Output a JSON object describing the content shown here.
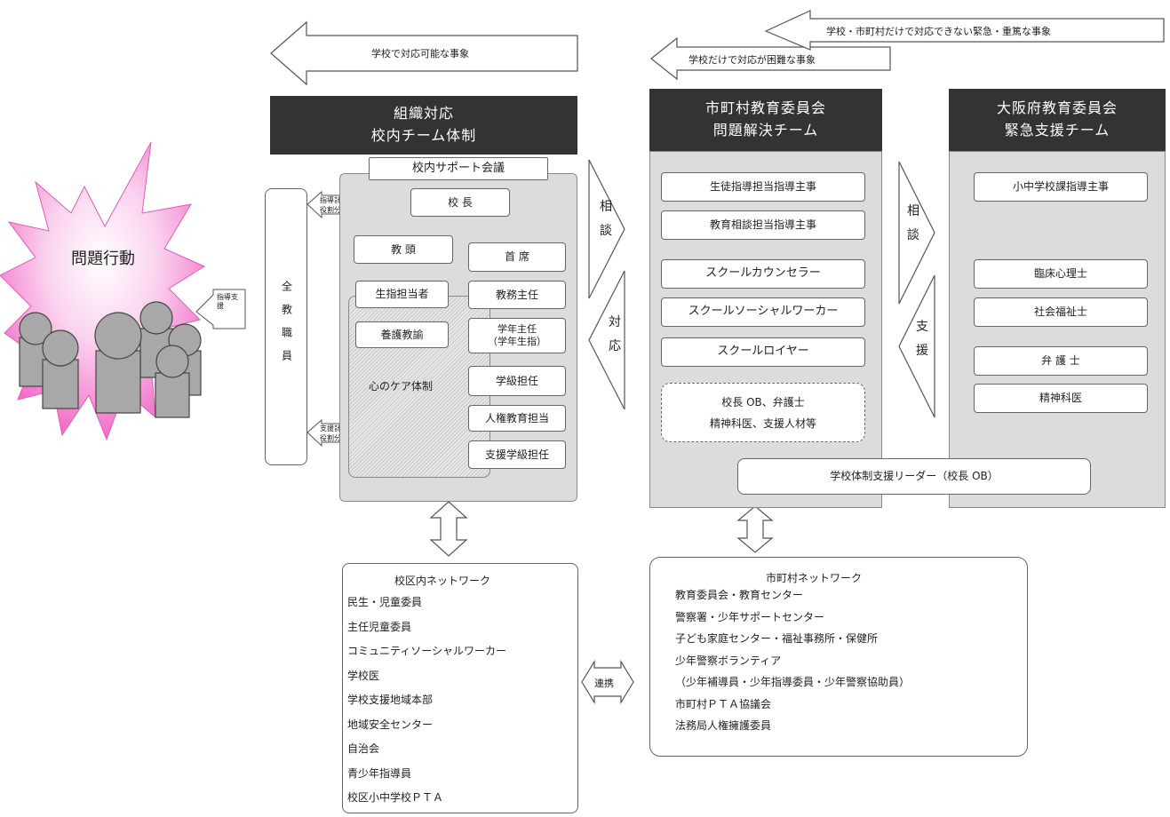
{
  "problem": {
    "label": "問題行動"
  },
  "arrows": {
    "top_left": "学校で対応可能な事象",
    "top_mid": "学校だけで対応が困難な事象",
    "top_right": "学校・市町村だけで対応できない緊急・重篤な事象",
    "soudan_1": "相談",
    "taiou": "対応",
    "soudan_2": "相談",
    "shien": "支援",
    "shidou_shien": "指導支援",
    "shidou_keikaku": [
      "指導計画",
      "役割分担"
    ],
    "shien_keikaku": [
      "支援計画",
      "役割分担"
    ],
    "renkei": "連携"
  },
  "school": {
    "header": [
      "組織対応",
      "校内チーム体制"
    ],
    "all_staff": "全教職員",
    "support_meeting": "校内サポート会議",
    "principal": "校 長",
    "vice_principal": "教 頭",
    "office_head": "首 席",
    "guidance_lead": "生指担当者",
    "academic_lead": "教務主任",
    "nurse": "養護教諭",
    "grade_lead": [
      "学年主任",
      "（学年生指）"
    ],
    "care_system": "心のケア体制",
    "homeroom": "学級担任",
    "human_rights": "人権教育担当",
    "special_class": "支援学級担任"
  },
  "municipal": {
    "header": [
      "市町村教育委員会",
      "問題解決チーム"
    ],
    "items": [
      "生徒指導担当指導主事",
      "教育相談担当指導主事",
      "スクールカウンセラー",
      "スクールソーシャルワーカー",
      "スクールロイヤー"
    ],
    "dashed": [
      "校長 OB、弁護士",
      "精神科医、支援人材等"
    ]
  },
  "prefecture": {
    "header": [
      "大阪府教育委員会",
      "緊急支援チーム"
    ],
    "items": [
      "小中学校課指導主事",
      "臨床心理士",
      "社会福祉士",
      "弁 護 士",
      "精神科医"
    ]
  },
  "leader": "学校体制支援リーダー（校長 OB）",
  "school_network": {
    "title": "校区内ネットワーク",
    "items": [
      "民生・児童委員",
      "主任児童委員",
      "コミュニティソーシャルワーカー",
      "学校医",
      "学校支援地域本部",
      "地域安全センター",
      "自治会",
      "青少年指導員",
      "校区小中学校ＰＴＡ"
    ]
  },
  "municipal_network": {
    "title": "市町村ネットワーク",
    "items": [
      "教育委員会・教育センター",
      "警察署・少年サポートセンター",
      "子ども家庭センター・福祉事務所・保健所",
      "少年警察ボランティア",
      "（少年補導員・少年指導委員・少年警察協助員）",
      "市町村ＰＴＡ協議会",
      "法務局人権擁護委員"
    ]
  },
  "colors": {
    "dark_header": "#333333",
    "panel": "#dcdcdc",
    "starburst": "#f06ec8",
    "person": "#a8a8a8"
  }
}
